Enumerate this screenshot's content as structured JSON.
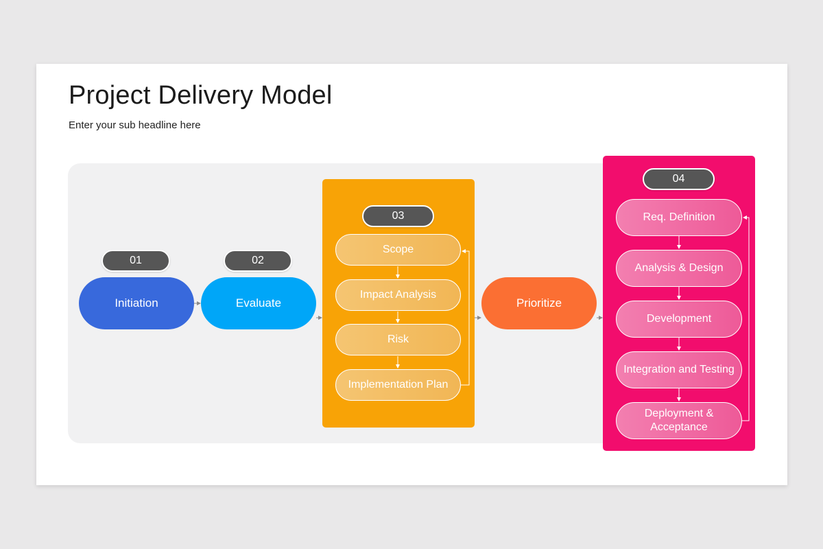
{
  "title": "Project Delivery Model",
  "subtitle": "Enter your sub headline here",
  "colors": {
    "initiation": "#3869dc",
    "evaluate": "#00a6f8",
    "stage3": "#f8a306",
    "prioritize": "#fb6f33",
    "stage4": "#f20d6d",
    "number_badge": "#565656"
  },
  "stages": {
    "s1": {
      "number": "01",
      "label": "Initiation"
    },
    "s2": {
      "number": "02",
      "label": "Evaluate"
    },
    "s3": {
      "number": "03",
      "items": [
        "Scope",
        "Impact Analysis",
        "Risk",
        "Implementation Plan"
      ]
    },
    "prioritize": {
      "label": "Prioritize"
    },
    "s4": {
      "number": "04",
      "items": [
        "Req. Definition",
        "Analysis & Design",
        "Development",
        "Integration and Testing",
        "Deployment & Acceptance"
      ]
    }
  }
}
